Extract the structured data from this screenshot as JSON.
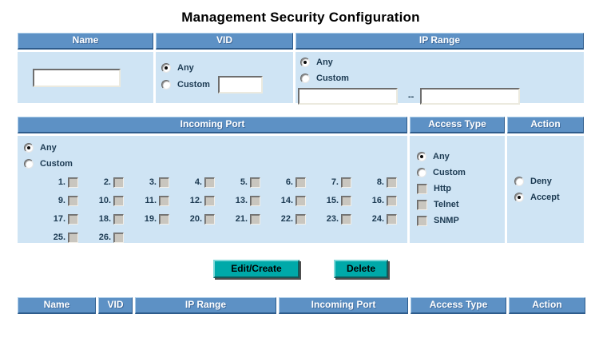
{
  "title": "Management Security Configuration",
  "colors": {
    "header_bg": "#5d91c5",
    "cell_bg": "#cfe4f4",
    "button_bg": "#00a9a9",
    "label_text": "#1c3a52",
    "header_text": "#ffffff"
  },
  "filter_form": {
    "headers": [
      "Name",
      "VID",
      "IP Range"
    ],
    "name": {
      "value": ""
    },
    "vid": {
      "any_label": "Any",
      "custom_label": "Custom",
      "selected": "Any",
      "custom_value": ""
    },
    "ip_range": {
      "any_label": "Any",
      "custom_label": "Custom",
      "selected": "Any",
      "from_value": "",
      "separator": "--",
      "to_value": ""
    }
  },
  "port_form": {
    "headers": [
      "Incoming Port",
      "Access Type",
      "Action"
    ],
    "incoming_port": {
      "any_label": "Any",
      "custom_label": "Custom",
      "selected": "Any",
      "ports": [
        "1.",
        "2.",
        "3.",
        "4.",
        "5.",
        "6.",
        "7.",
        "8.",
        "9.",
        "10.",
        "11.",
        "12.",
        "13.",
        "14.",
        "15.",
        "16.",
        "17.",
        "18.",
        "19.",
        "20.",
        "21.",
        "22.",
        "23.",
        "24.",
        "25.",
        "26."
      ],
      "checked_ports": []
    },
    "access_type": {
      "any_label": "Any",
      "custom_label": "Custom",
      "selected": "Any",
      "checkboxes": [
        "Http",
        "Telnet",
        "SNMP"
      ],
      "checked": []
    },
    "action": {
      "options": [
        "Deny",
        "Accept"
      ],
      "selected": "Accept"
    }
  },
  "buttons": {
    "edit_create": "Edit/Create",
    "delete": "Delete"
  },
  "rules_table": {
    "headers": [
      "Name",
      "VID",
      "IP Range",
      "Incoming Port",
      "Access Type",
      "Action"
    ],
    "rows": []
  }
}
